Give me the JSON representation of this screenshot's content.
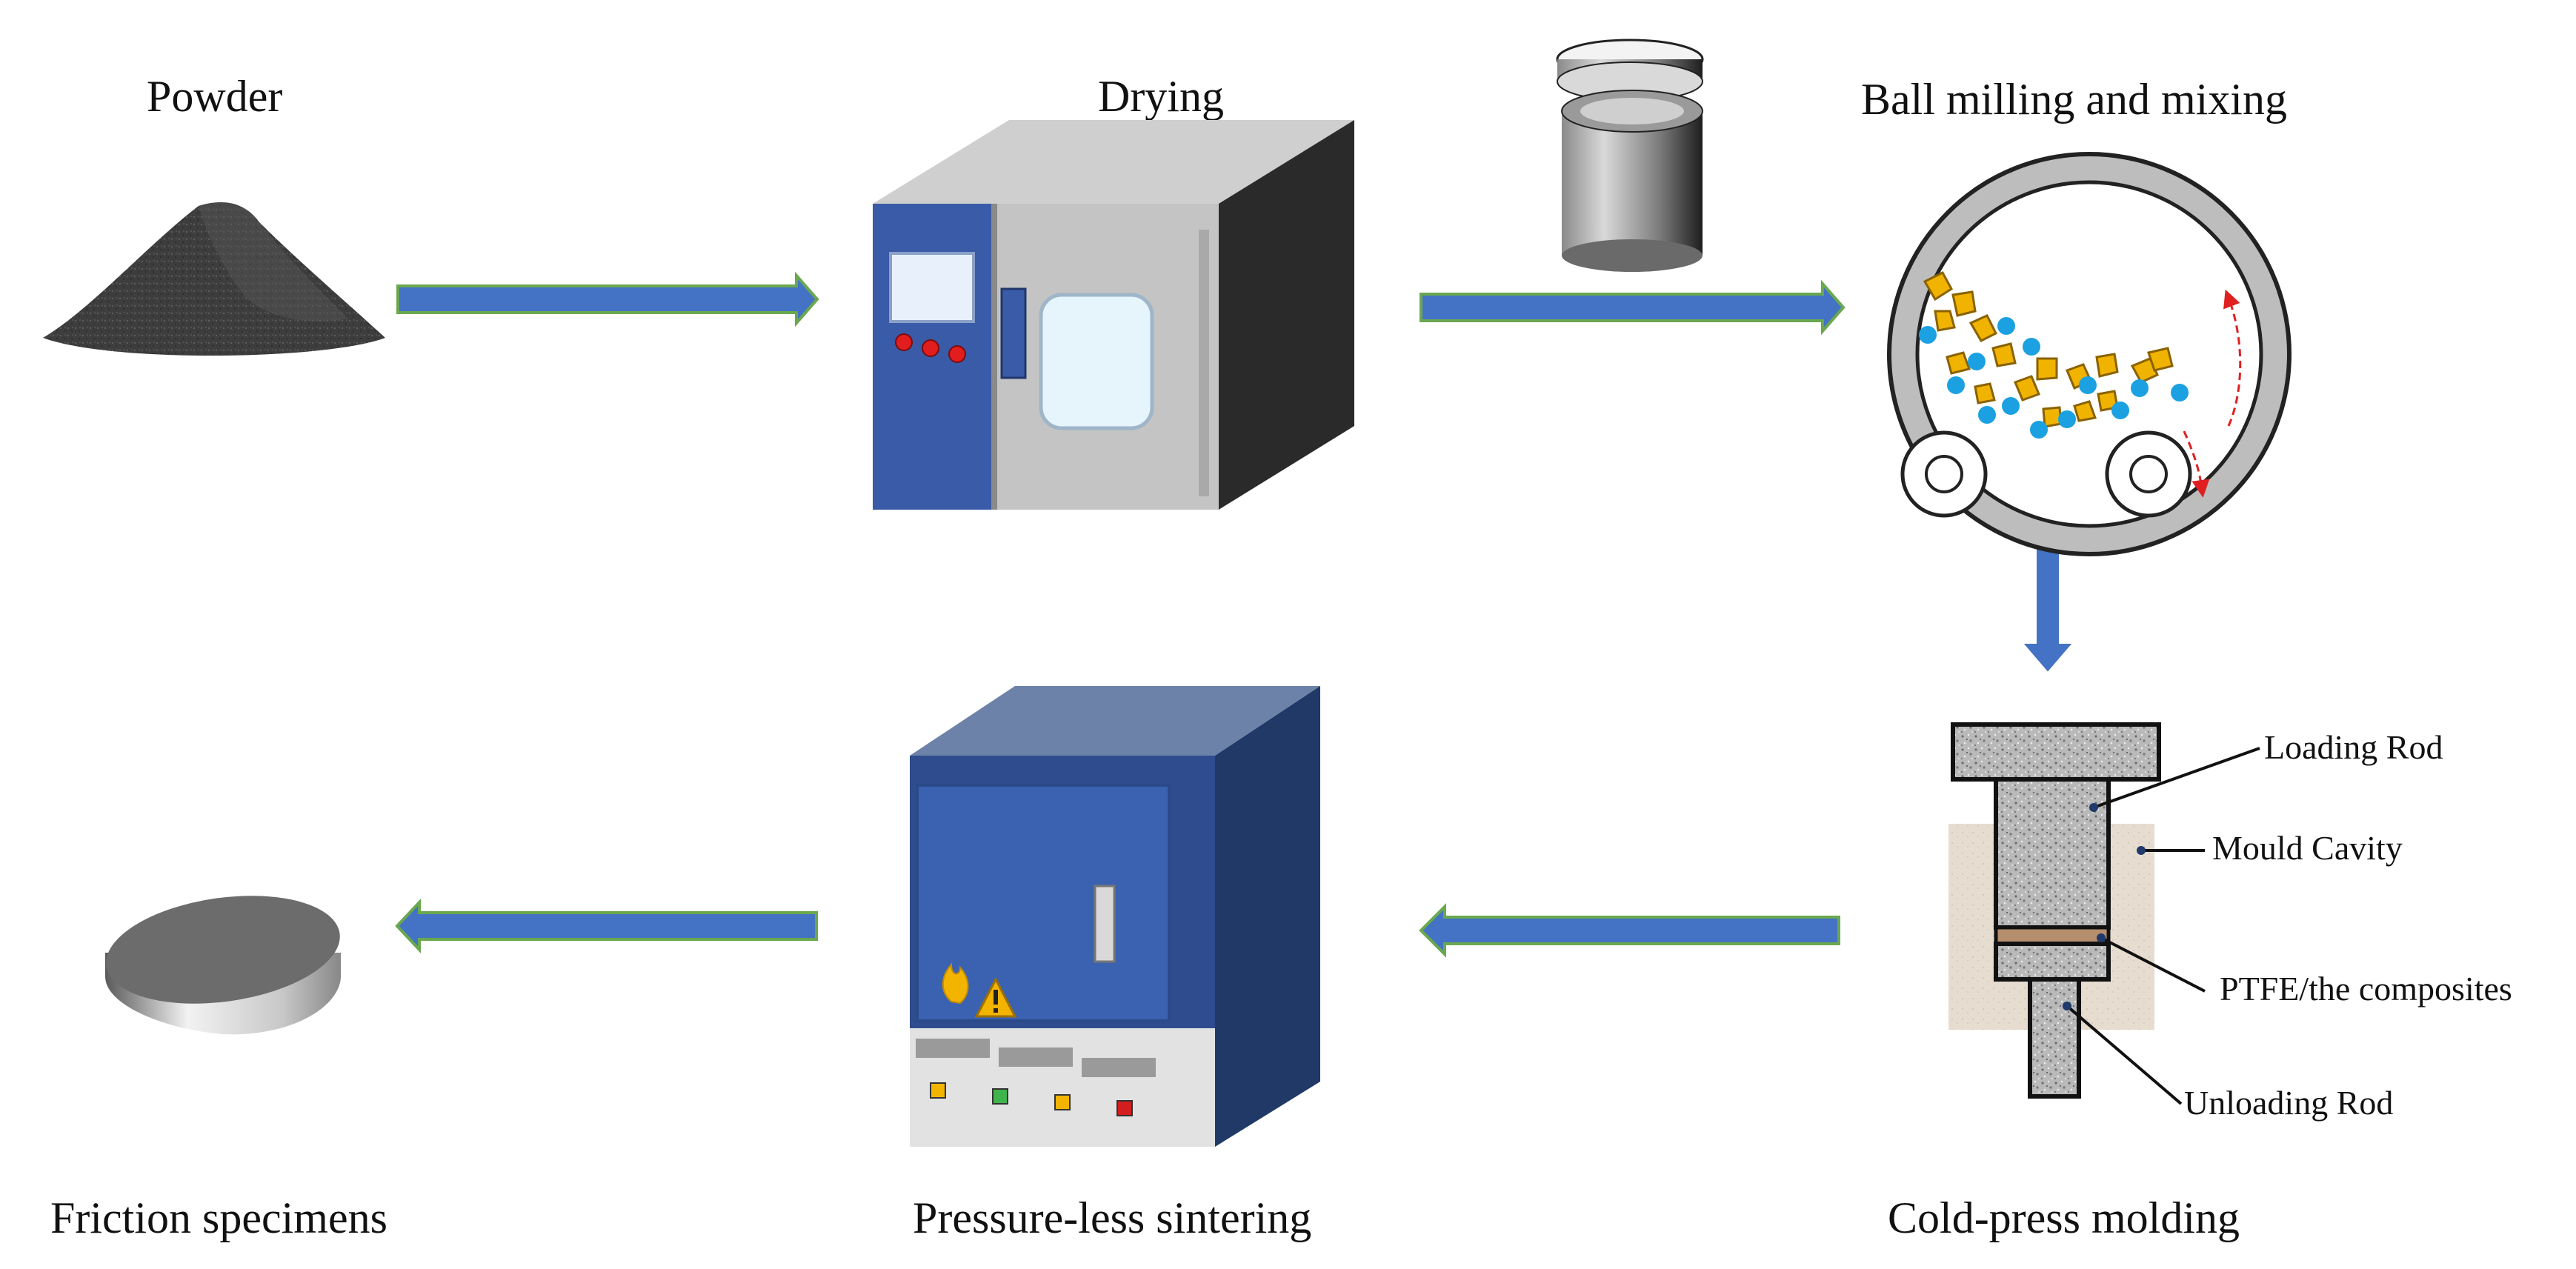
{
  "steps": {
    "powder": "Powder",
    "drying": "Drying",
    "ball_milling": "Ball milling and mixing",
    "cold_press": "Cold-press molding",
    "sintering": "Pressure-less sintering",
    "friction": "Friction specimens"
  },
  "mould_parts": {
    "loading_rod": "Loading Rod",
    "mould_cavity": "Mould Cavity",
    "composites": "PTFE/the composites",
    "unloading_rod": "Unloading Rod"
  },
  "colors": {
    "arrow_fill": "#4472C4",
    "arrow_edge": "#6AA84F",
    "oven_blue": "#3A5BA8",
    "furnace_blue": "#3B62B0",
    "ball_blue": "#1BA1E2",
    "powder_gold": "#F0B400",
    "rotation_red": "#E02020"
  },
  "icons": [
    "powder-pile-icon",
    "drying-oven-icon",
    "ball-mill-jar-icon",
    "ball-mill-drum-icon",
    "mould-press-icon",
    "sintering-furnace-icon",
    "flame-icon",
    "warning-icon",
    "specimen-disc-icon"
  ]
}
